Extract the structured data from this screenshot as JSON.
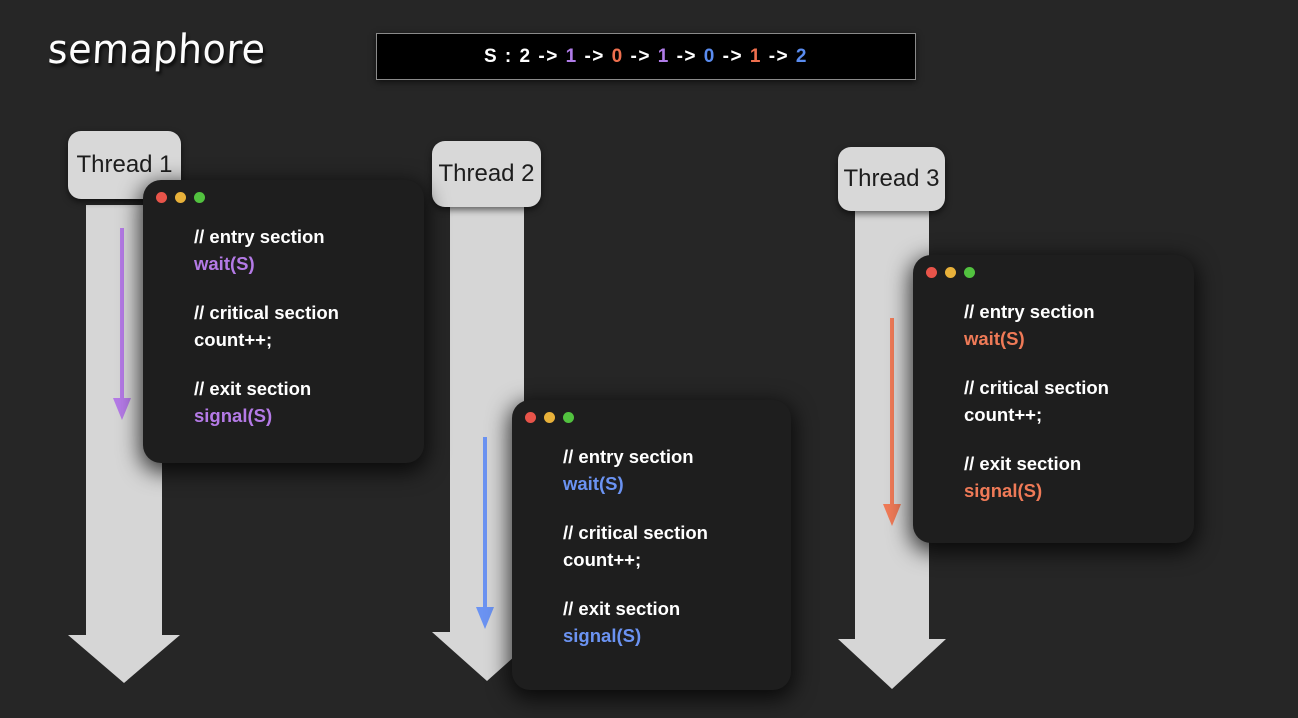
{
  "title": "semaphore",
  "semaphore_strip": {
    "label": "S : ",
    "tokens": [
      {
        "text": "2",
        "color_name": "white"
      },
      {
        "text": " -> ",
        "color_name": "white"
      },
      {
        "text": "1",
        "color_name": "purple"
      },
      {
        "text": " -> ",
        "color_name": "white"
      },
      {
        "text": "0",
        "color_name": "orange"
      },
      {
        "text": " -> ",
        "color_name": "white"
      },
      {
        "text": "1",
        "color_name": "purple"
      },
      {
        "text": " -> ",
        "color_name": "white"
      },
      {
        "text": "0",
        "color_name": "blue"
      },
      {
        "text": " -> ",
        "color_name": "white"
      },
      {
        "text": "1",
        "color_name": "orange"
      },
      {
        "text": " -> ",
        "color_name": "white"
      },
      {
        "text": "2",
        "color_name": "blue"
      }
    ],
    "full_text": "S : 2 -> 1 -> 0 -> 1 -> 0 -> 1 -> 2"
  },
  "colors": {
    "background": "#262626",
    "strip_background": "#000000",
    "strip_border": "#8a8a8a",
    "thread_chip": "#d8d8d8",
    "timeline_arrow": "#d6d6d6",
    "code_window": "#1e1e1e",
    "purple": "#b47ae6",
    "blue": "#6b93f2",
    "orange": "#ef7a57",
    "dot_red": "#e8544a",
    "dot_yellow": "#e8b13a",
    "dot_green": "#52c23f"
  },
  "threads": [
    {
      "chip_label": "Thread 1",
      "accent_color_name": "purple",
      "accent_color": "#b47ae6",
      "window_dots": [
        "close-dot",
        "minimize-dot",
        "maximize-dot"
      ],
      "code": {
        "entry_comment": "// entry section",
        "entry_call": "wait(S)",
        "critical_comment": "// critical section",
        "critical_statement": "count++;",
        "exit_comment": "// exit section",
        "exit_call": "signal(S)"
      }
    },
    {
      "chip_label": "Thread 2",
      "accent_color_name": "blue",
      "accent_color": "#6b93f2",
      "window_dots": [
        "close-dot",
        "minimize-dot",
        "maximize-dot"
      ],
      "code": {
        "entry_comment": "// entry section",
        "entry_call": "wait(S)",
        "critical_comment": "// critical section",
        "critical_statement": "count++;",
        "exit_comment": "// exit section",
        "exit_call": "signal(S)"
      }
    },
    {
      "chip_label": "Thread 3",
      "accent_color_name": "orange",
      "accent_color": "#ef7a57",
      "window_dots": [
        "close-dot",
        "minimize-dot",
        "maximize-dot"
      ],
      "code": {
        "entry_comment": "// entry section",
        "entry_call": "wait(S)",
        "critical_comment": "// critical section",
        "critical_statement": "count++;",
        "exit_comment": "// exit section",
        "exit_call": "signal(S)"
      }
    }
  ]
}
